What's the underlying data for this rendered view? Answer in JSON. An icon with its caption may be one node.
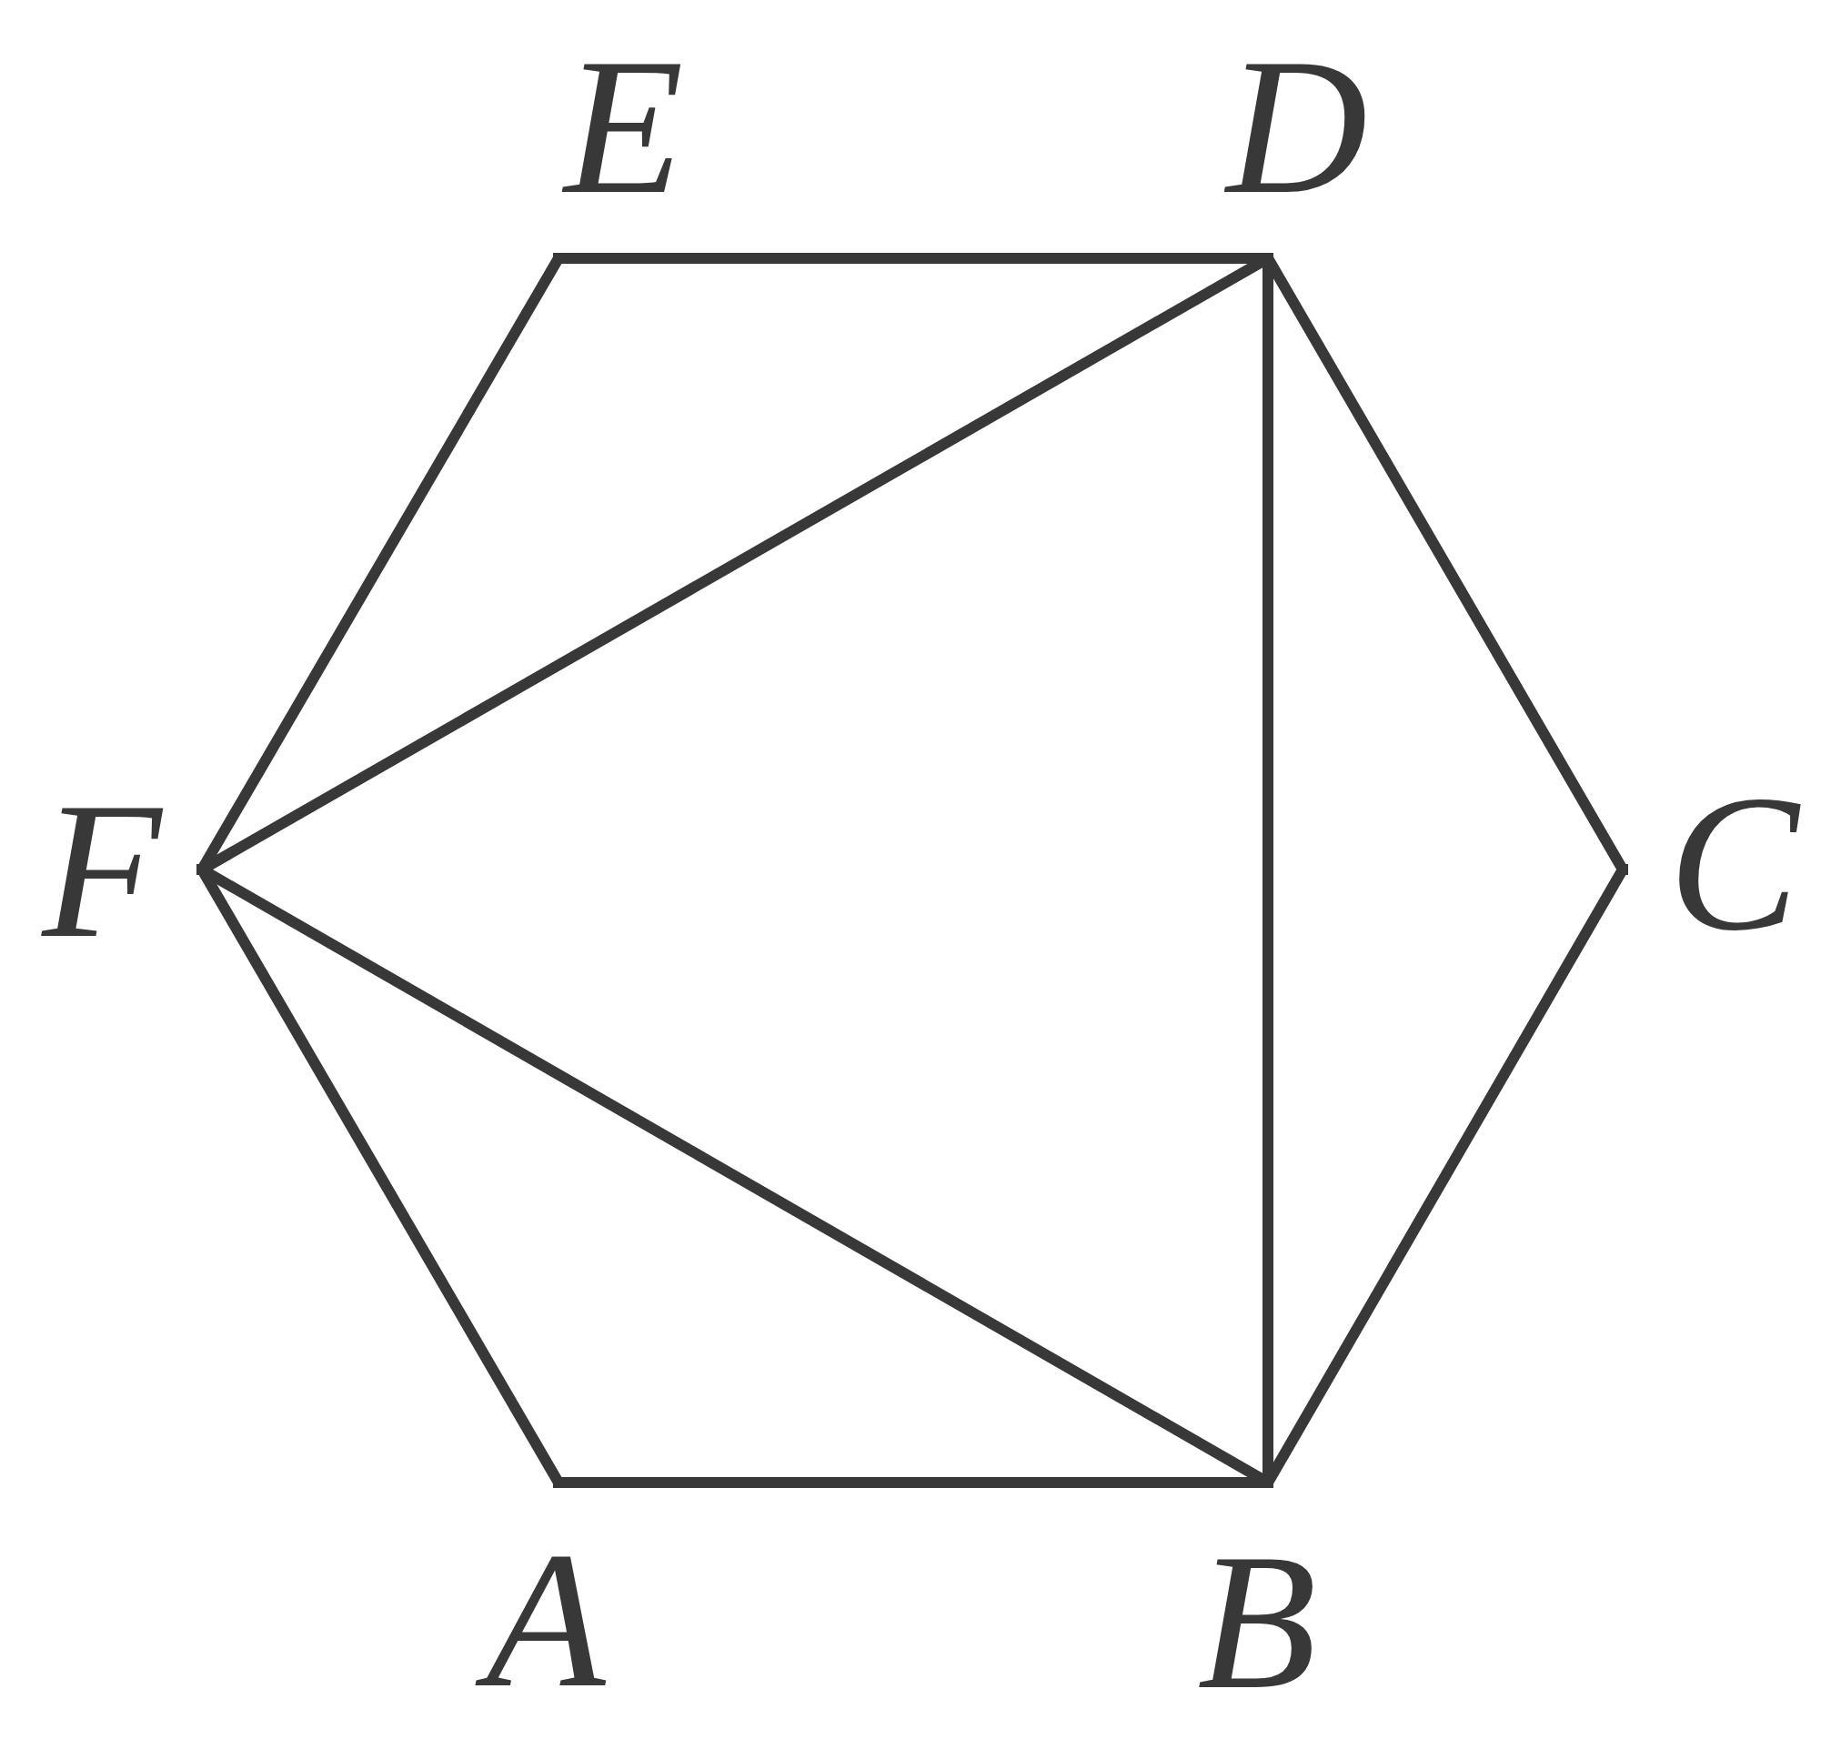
{
  "diagram": {
    "nodes": [
      {
        "text": [
          "A"
        ]
      },
      {
        "text": [
          "B"
        ]
      },
      {
        "text": [
          "C"
        ]
      },
      {
        "text": [
          "D"
        ]
      },
      {
        "text": [
          "E"
        ]
      },
      {
        "text": [
          "F"
        ]
      }
    ],
    "edges": [
      {
        "from": 0,
        "to": 1,
        "arrow": "none"
      },
      {
        "from": 1,
        "to": 2,
        "arrow": "none"
      },
      {
        "from": 2,
        "to": 3,
        "arrow": "none"
      },
      {
        "from": 3,
        "to": 4,
        "arrow": "none"
      },
      {
        "from": 4,
        "to": 5,
        "arrow": "none"
      },
      {
        "from": 5,
        "to": 0,
        "arrow": "none"
      },
      {
        "from": 5,
        "to": 3,
        "arrow": "none"
      },
      {
        "from": 5,
        "to": 1,
        "arrow": "none"
      },
      {
        "from": 3,
        "to": 1,
        "arrow": "none"
      }
    ]
  }
}
